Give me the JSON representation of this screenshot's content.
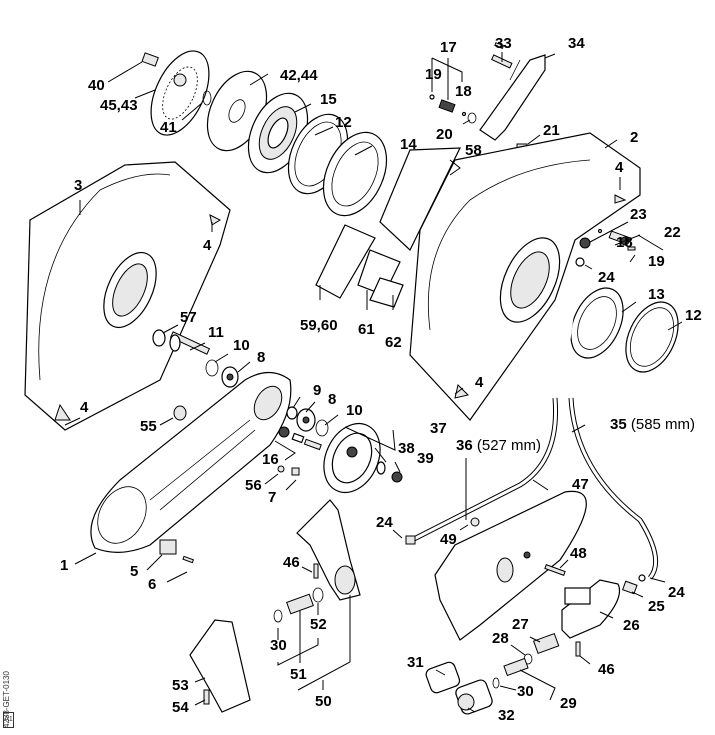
{
  "diagram": {
    "type": "exploded parts diagram",
    "drawing_code": "4238-GET-0130",
    "drawing_revision": "A1",
    "callouts": [
      {
        "id": "c40",
        "text": "40"
      },
      {
        "id": "c4543",
        "text": "45,43"
      },
      {
        "id": "c41",
        "text": "41"
      },
      {
        "id": "c4244",
        "text": "42,44"
      },
      {
        "id": "c15",
        "text": "15"
      },
      {
        "id": "c12a",
        "text": "12"
      },
      {
        "id": "c14",
        "text": "14"
      },
      {
        "id": "c17",
        "text": "17"
      },
      {
        "id": "c19a",
        "text": "19"
      },
      {
        "id": "c18a",
        "text": "18"
      },
      {
        "id": "c20",
        "text": "20"
      },
      {
        "id": "c33",
        "text": "33"
      },
      {
        "id": "c34",
        "text": "34"
      },
      {
        "id": "c21",
        "text": "21"
      },
      {
        "id": "c58",
        "text": "58"
      },
      {
        "id": "c2",
        "text": "2"
      },
      {
        "id": "c4a",
        "text": "4"
      },
      {
        "id": "c3",
        "text": "3"
      },
      {
        "id": "c4b",
        "text": "4"
      },
      {
        "id": "c23",
        "text": "23"
      },
      {
        "id": "c22",
        "text": "22"
      },
      {
        "id": "c18b",
        "text": "18"
      },
      {
        "id": "c19b",
        "text": "19"
      },
      {
        "id": "c24a",
        "text": "24"
      },
      {
        "id": "c13",
        "text": "13"
      },
      {
        "id": "c12b",
        "text": "12"
      },
      {
        "id": "c5960",
        "text": "59,60"
      },
      {
        "id": "c61",
        "text": "61"
      },
      {
        "id": "c62",
        "text": "62"
      },
      {
        "id": "c57",
        "text": "57"
      },
      {
        "id": "c11",
        "text": "11"
      },
      {
        "id": "c10a",
        "text": "10"
      },
      {
        "id": "c8a",
        "text": "8"
      },
      {
        "id": "c4c",
        "text": "4"
      },
      {
        "id": "c4d",
        "text": "4"
      },
      {
        "id": "c55",
        "text": "55"
      },
      {
        "id": "c9",
        "text": "9"
      },
      {
        "id": "c8b",
        "text": "8"
      },
      {
        "id": "c10b",
        "text": "10"
      },
      {
        "id": "c16",
        "text": "16"
      },
      {
        "id": "c56",
        "text": "56"
      },
      {
        "id": "c7",
        "text": "7"
      },
      {
        "id": "c37",
        "text": "37"
      },
      {
        "id": "c38",
        "text": "38"
      },
      {
        "id": "c39",
        "text": "39"
      },
      {
        "id": "c36",
        "text": "36",
        "note": "(527 mm)"
      },
      {
        "id": "c35",
        "text": "35",
        "note": "(585 mm)"
      },
      {
        "id": "c47",
        "text": "47"
      },
      {
        "id": "c1",
        "text": "1"
      },
      {
        "id": "c5",
        "text": "5"
      },
      {
        "id": "c6",
        "text": "6"
      },
      {
        "id": "c24b",
        "text": "24"
      },
      {
        "id": "c49",
        "text": "49"
      },
      {
        "id": "c48",
        "text": "48"
      },
      {
        "id": "c46a",
        "text": "46"
      },
      {
        "id": "c52",
        "text": "52"
      },
      {
        "id": "c30a",
        "text": "30"
      },
      {
        "id": "c51",
        "text": "51"
      },
      {
        "id": "c50",
        "text": "50"
      },
      {
        "id": "c53",
        "text": "53"
      },
      {
        "id": "c54",
        "text": "54"
      },
      {
        "id": "c24c",
        "text": "24"
      },
      {
        "id": "c25",
        "text": "25"
      },
      {
        "id": "c26",
        "text": "26"
      },
      {
        "id": "c27",
        "text": "27"
      },
      {
        "id": "c28",
        "text": "28"
      },
      {
        "id": "c46b",
        "text": "46"
      },
      {
        "id": "c31",
        "text": "31"
      },
      {
        "id": "c30b",
        "text": "30"
      },
      {
        "id": "c29",
        "text": "29"
      },
      {
        "id": "c32",
        "text": "32"
      }
    ]
  }
}
